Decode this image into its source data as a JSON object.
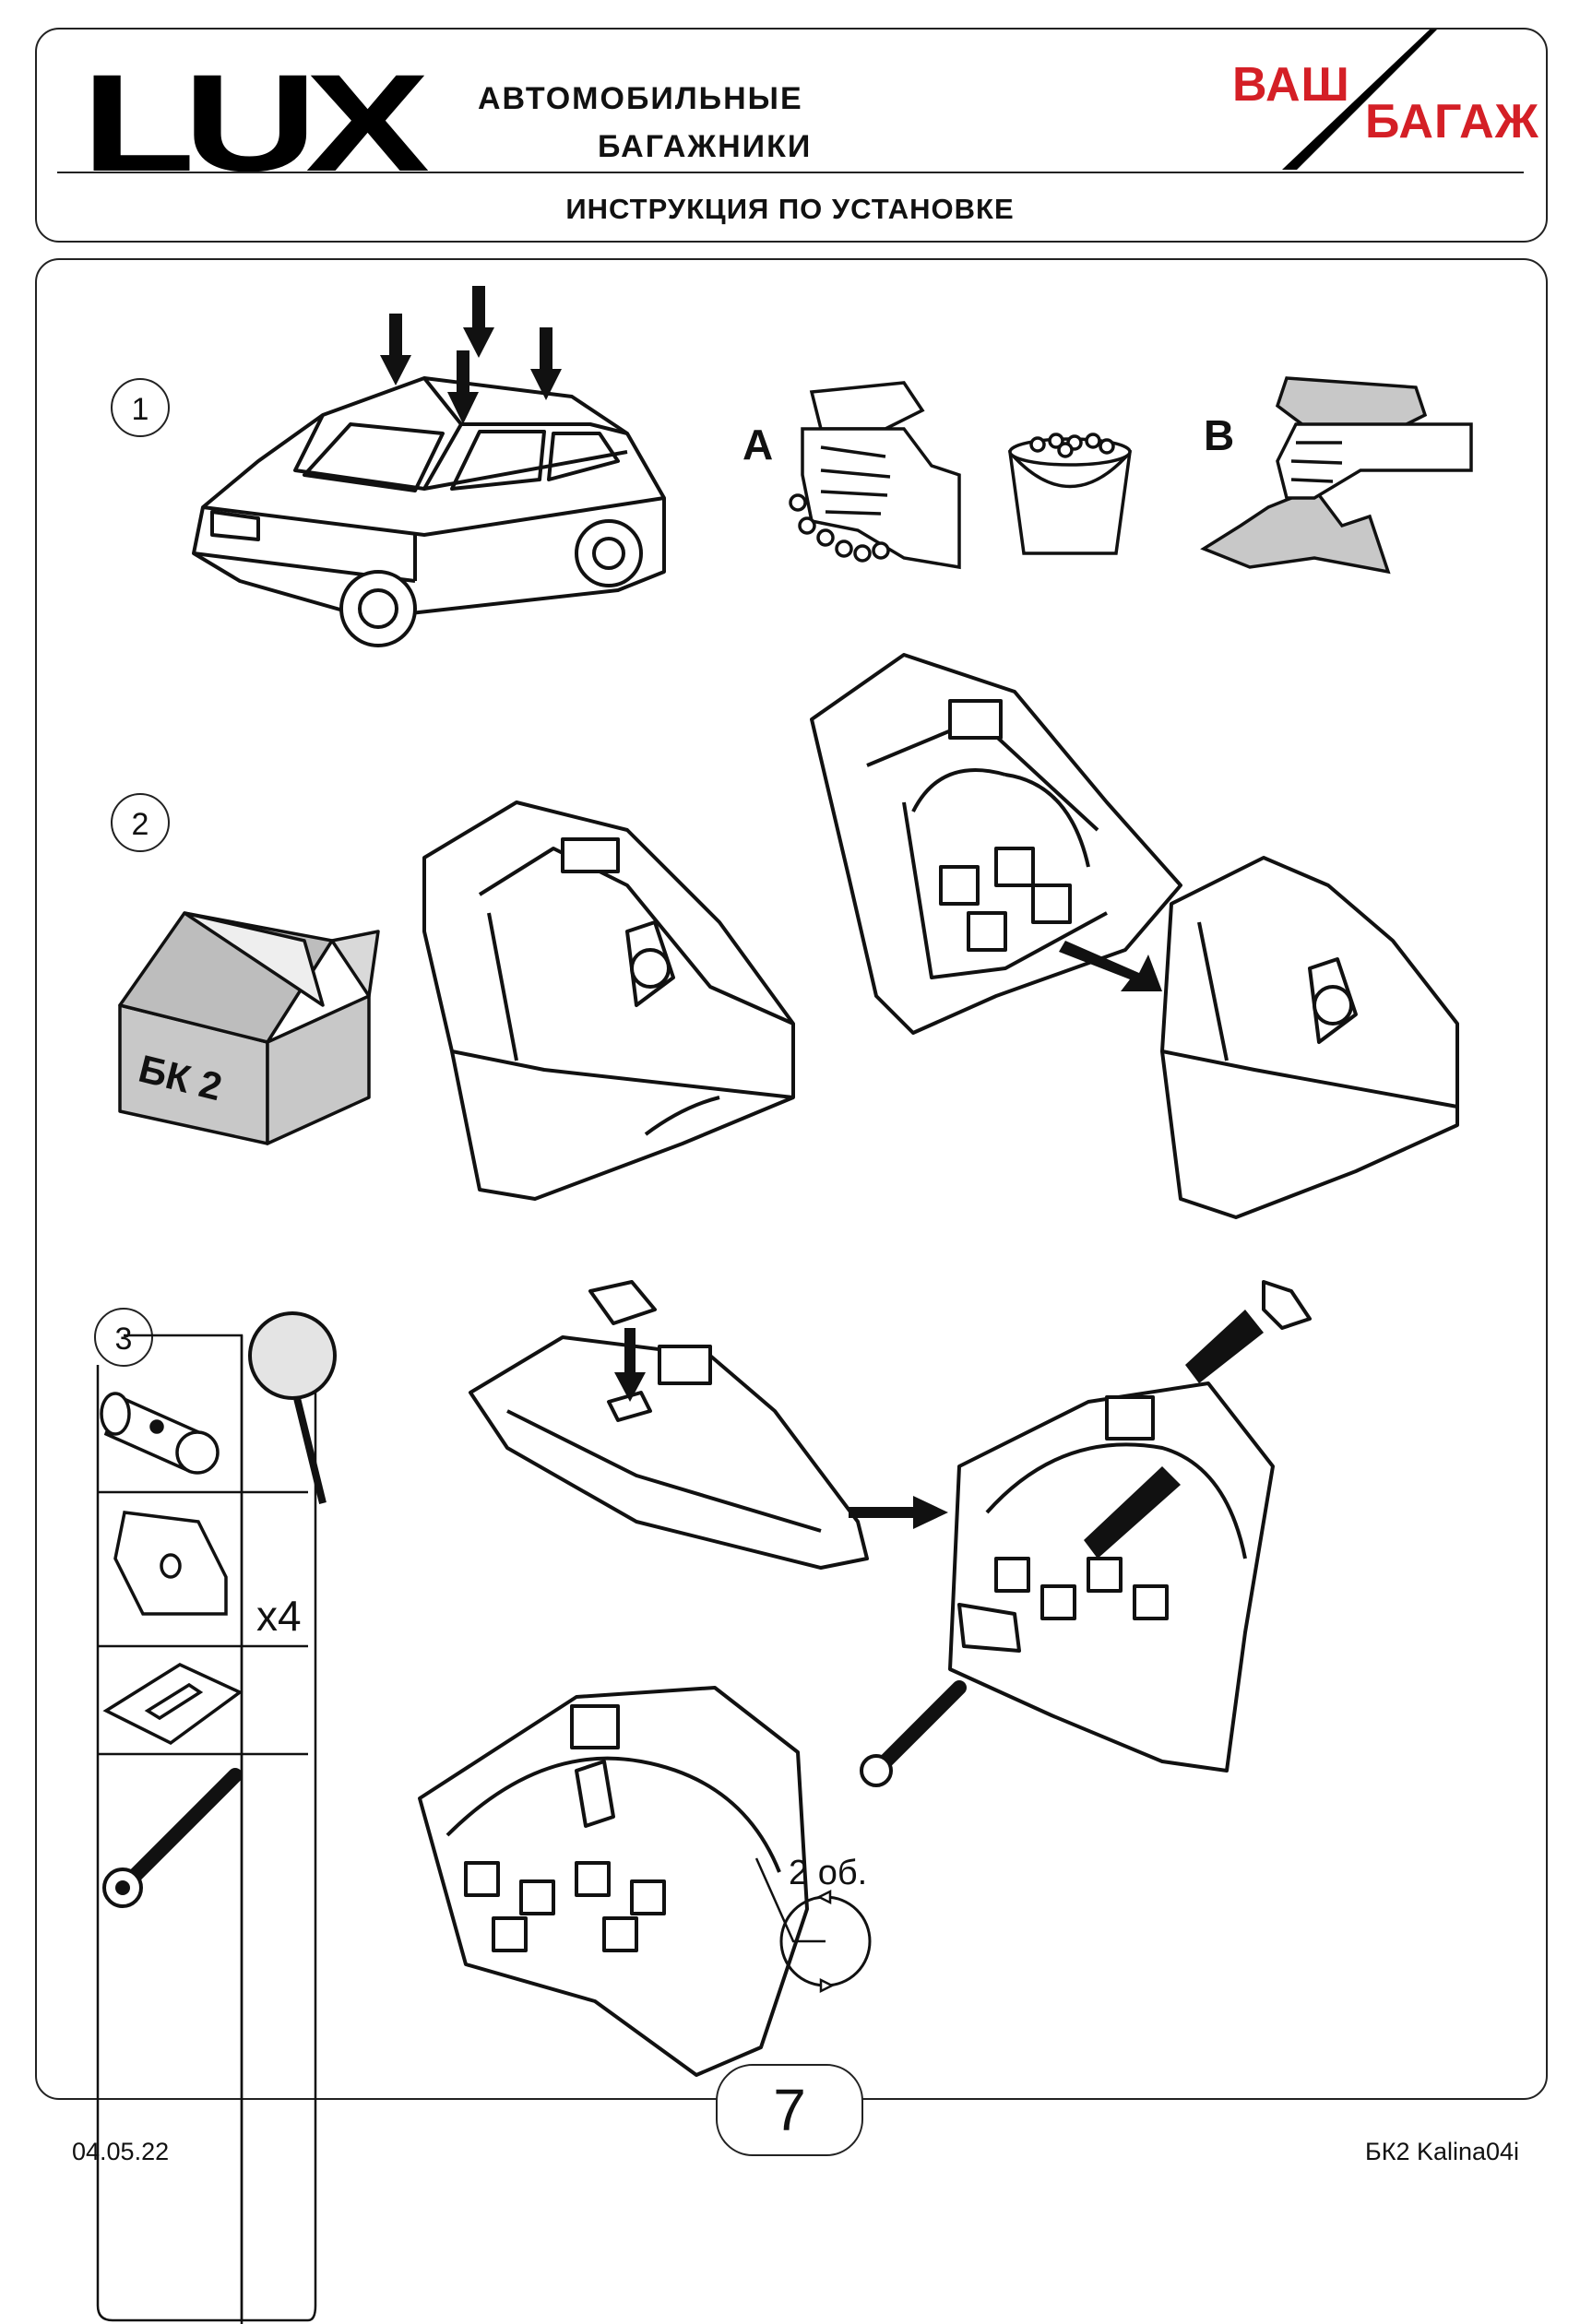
{
  "header": {
    "logo_text": "LUX",
    "tagline_line1": "АВТОМОБИЛЬНЫЕ",
    "tagline_line2": "БАГАЖНИКИ",
    "brand_line1": "ВАШ",
    "brand_line2": "БАГАЖ",
    "brand_color": "#d41f26",
    "title": "ИНСТРУКЦИЯ ПО УСТАНОВКЕ"
  },
  "steps": [
    {
      "number": "1",
      "label_a": "A",
      "label_b": "B"
    },
    {
      "number": "2",
      "box_label": "БК 2"
    },
    {
      "number": "3",
      "quantity": "x4",
      "turns": "2 об."
    }
  ],
  "page_number": "7",
  "footer": {
    "date": "04.05.22",
    "code": "БК2 Kalina04i"
  }
}
